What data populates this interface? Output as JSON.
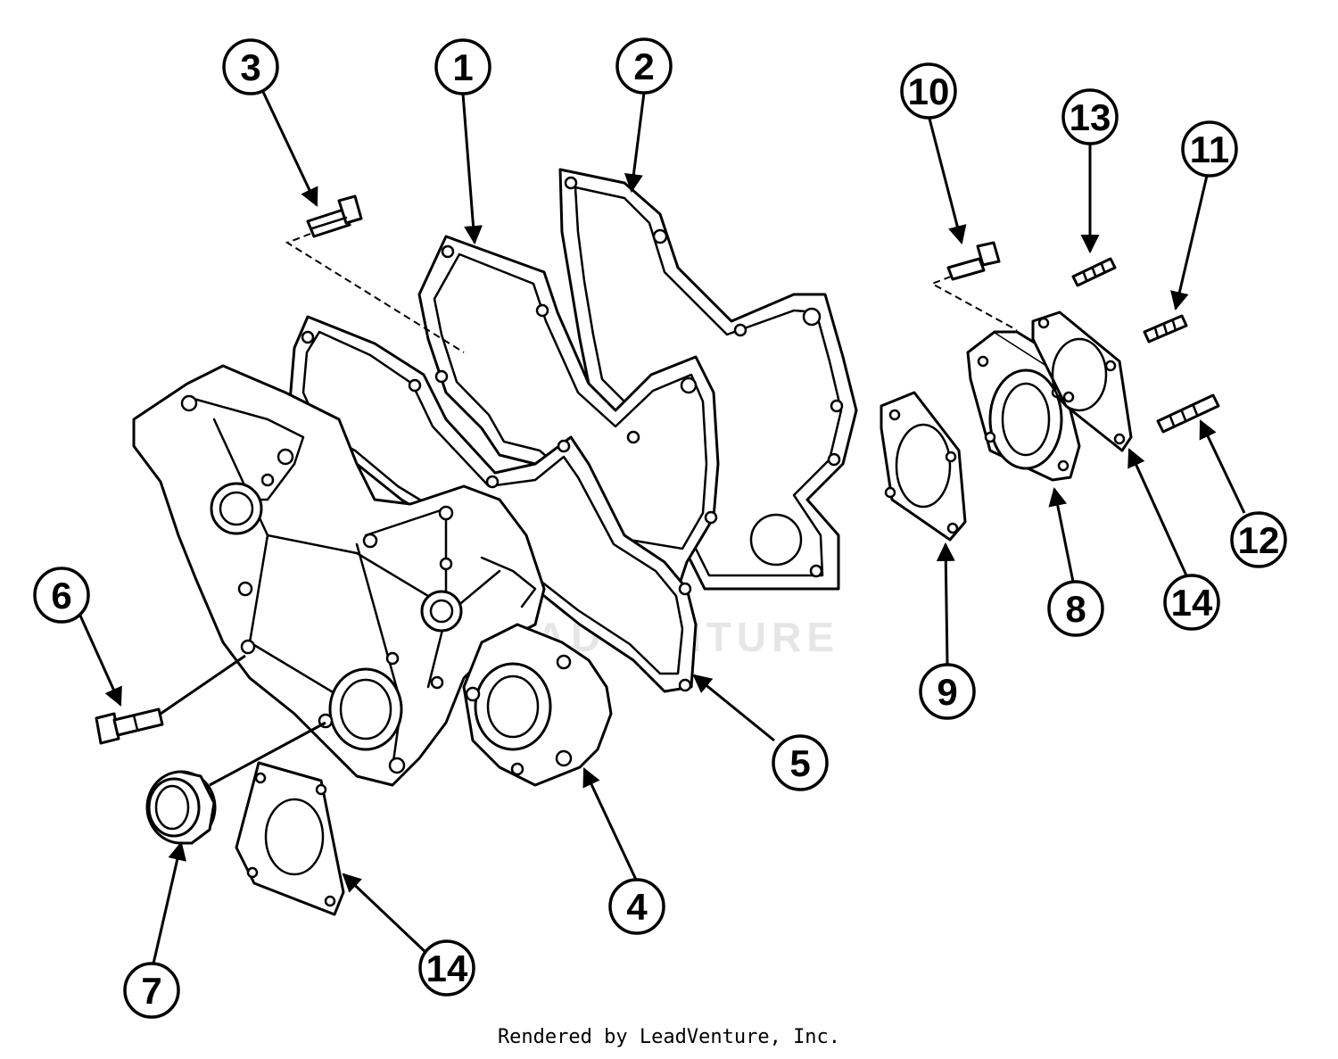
{
  "footer": "Rendered by LeadVenture, Inc.",
  "watermark": "LEADVENTURE",
  "callouts": [
    {
      "id": "c1",
      "label": "1"
    },
    {
      "id": "c2",
      "label": "2"
    },
    {
      "id": "c3",
      "label": "3"
    },
    {
      "id": "c4",
      "label": "4"
    },
    {
      "id": "c5",
      "label": "5"
    },
    {
      "id": "c6",
      "label": "6"
    },
    {
      "id": "c7",
      "label": "7"
    },
    {
      "id": "c8",
      "label": "8"
    },
    {
      "id": "c9",
      "label": "9"
    },
    {
      "id": "c10",
      "label": "10"
    },
    {
      "id": "c11",
      "label": "11"
    },
    {
      "id": "c12",
      "label": "12"
    },
    {
      "id": "c13",
      "label": "13"
    },
    {
      "id": "c14a",
      "label": "14"
    },
    {
      "id": "c14b",
      "label": "14"
    }
  ]
}
